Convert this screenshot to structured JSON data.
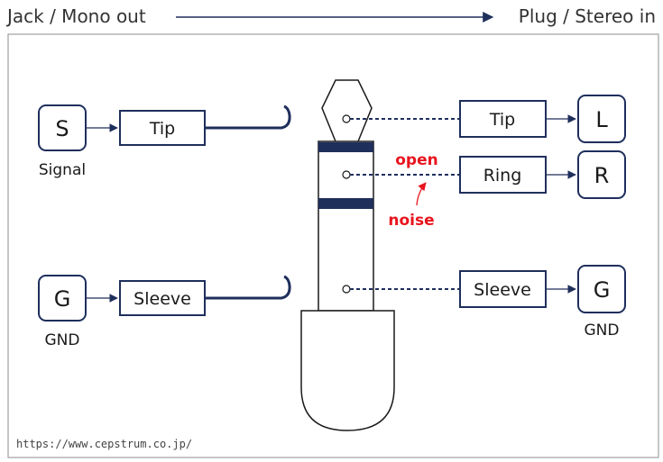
{
  "header": {
    "left": "Jack / Mono out",
    "right": "Plug / Stereo in"
  },
  "jack": {
    "signal_node": "S",
    "signal_caption": "Signal",
    "ground_node": "G",
    "ground_caption": "GND",
    "tip_label": "Tip",
    "sleeve_label": "Sleeve"
  },
  "plug": {
    "tip_label": "Tip",
    "ring_label": "Ring",
    "sleeve_label": "Sleeve",
    "left_node": "L",
    "right_node": "R",
    "ground_node": "G",
    "ground_caption": "GND"
  },
  "annotations": {
    "open": "open",
    "noise": "noise"
  },
  "footer": {
    "url": "https://www.cepstrum.co.jp/"
  },
  "colors": {
    "navy": "#1f2f5c",
    "red": "#e8141e",
    "text": "#1a1a1a",
    "frame": "#a0a0a0"
  }
}
